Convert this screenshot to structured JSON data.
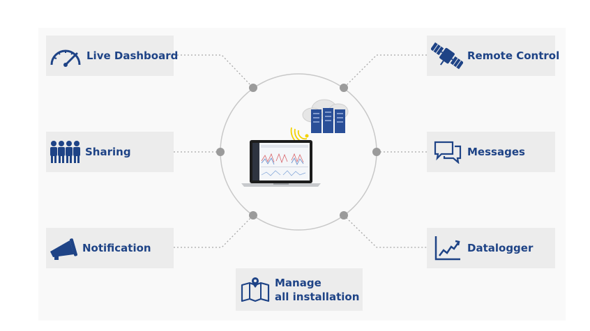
{
  "features": {
    "live_dashboard": "Live Dashboard",
    "sharing": "Sharing",
    "notification": "Notification",
    "remote_control": "Remote Control",
    "messages": "Messages",
    "datalogger": "Datalogger",
    "manage_line1": "Manage",
    "manage_line2": "all installation"
  },
  "icons": {
    "live_dashboard": "gauge-icon",
    "sharing": "people-icon",
    "notification": "megaphone-icon",
    "remote_control": "satellite-icon",
    "messages": "chat-bubbles-icon",
    "datalogger": "line-chart-icon",
    "manage": "map-pin-icon",
    "center": "laptop-cloud-server-icon"
  },
  "colors": {
    "brand_blue": "#1e4386",
    "card_bg": "#ececec",
    "accent_yellow": "#f2d200"
  }
}
